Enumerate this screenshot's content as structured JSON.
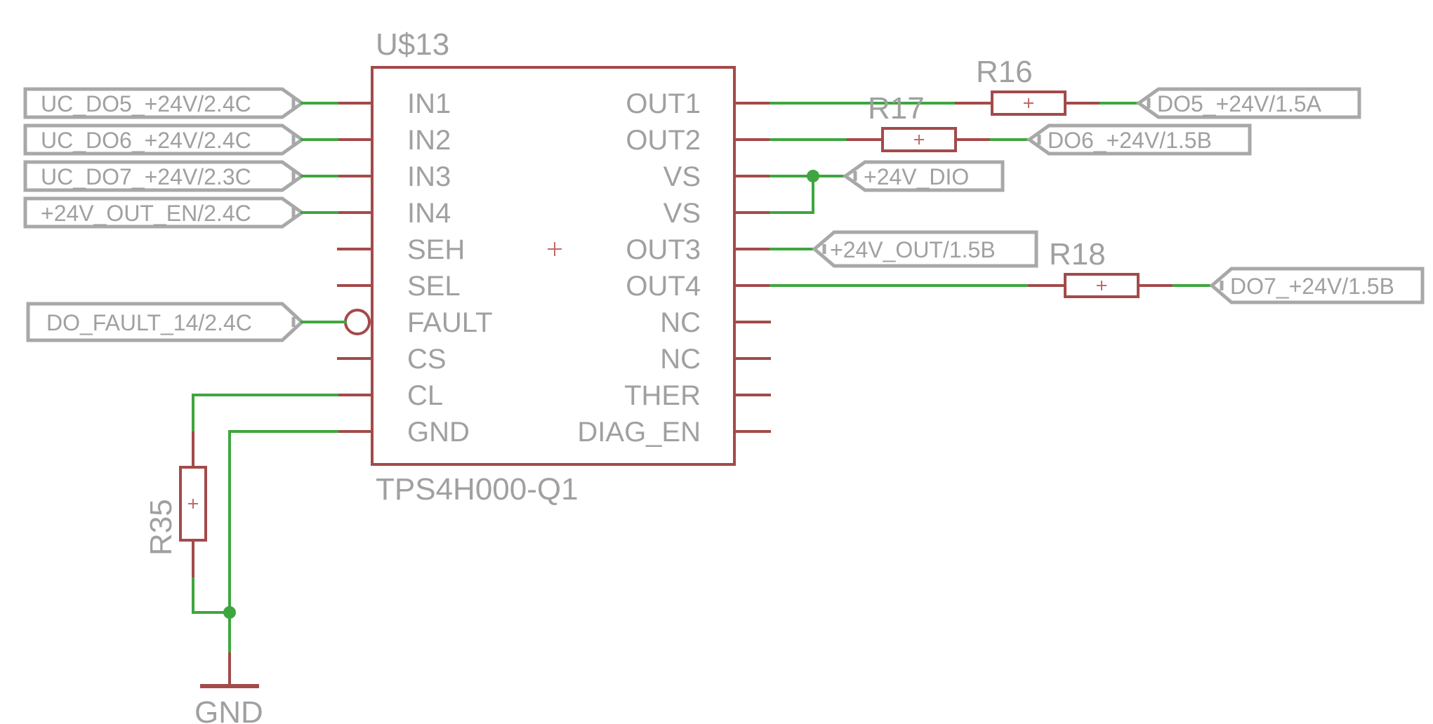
{
  "chip": {
    "ref": "U$13",
    "value": "TPS4H000-Q1",
    "left_pins": [
      "IN1",
      "IN2",
      "IN3",
      "IN4",
      "SEH",
      "SEL",
      "FAULT",
      "CS",
      "CL",
      "GND"
    ],
    "right_pins": [
      "OUT1",
      "OUT2",
      "VS",
      "VS",
      "OUT3",
      "OUT4",
      "NC",
      "NC",
      "THER",
      "DIAG_EN"
    ]
  },
  "resistors": {
    "r16": "R16",
    "r17": "R17",
    "r18": "R18",
    "r35": "R35"
  },
  "net_labels": {
    "uc_do5": "UC_DO5_+24V/2.4C",
    "uc_do6": "UC_DO6_+24V/2.4C",
    "uc_do7": "UC_DO7_+24V/2.3C",
    "out_en": "+24V_OUT_EN/2.4C",
    "do_fault": "DO_FAULT_14/2.4C",
    "do5": "DO5_+24V/1.5A",
    "do6": "DO6_+24V/1.5B",
    "vdio": "+24V_DIO",
    "vout": "+24V_OUT/1.5B",
    "do7": "DO7_+24V/1.5B"
  },
  "ground": {
    "label": "GND"
  },
  "colors": {
    "wire": "#3fa63f",
    "part": "#a34a4a",
    "label": "#a0a0a0"
  }
}
